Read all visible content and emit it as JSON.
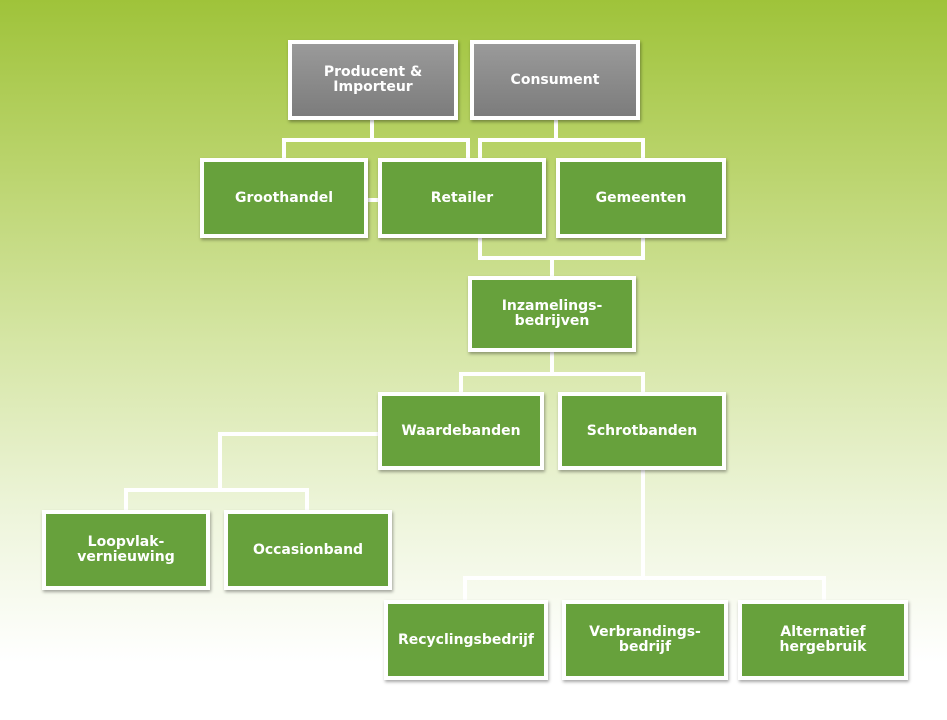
{
  "diagram": {
    "colors": {
      "node_green": "#67a13c",
      "node_grey": "#8a8a8a",
      "connector": "#ffffff",
      "bg_top": "#9fc33a",
      "bg_bottom": "#ffffff"
    },
    "nodes": {
      "producent": "Producent &\nImporteur",
      "consument": "Consument",
      "groothandel": "Groothandel",
      "retailer": "Retailer",
      "gemeenten": "Gemeenten",
      "inzameling": "Inzamelings-\nbedrijven",
      "waardebanden": "Waardebanden",
      "schrotbanden": "Schrotbanden",
      "loopvlak": "Loopvlak-\nvernieuwing",
      "occasionband": "Occasionband",
      "recycling": "Recyclingsbedrijf",
      "verbranding": "Verbrandings-\nbedrijf",
      "alternatief": "Alternatief\nhergebruik"
    }
  }
}
